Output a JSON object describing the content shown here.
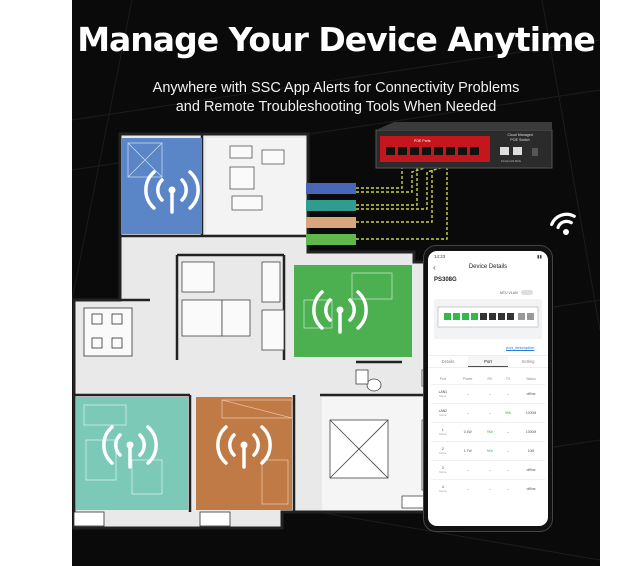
{
  "headline": "Manage Your Device Anytime",
  "subline": [
    "Anywhere with SSC App Alerts for Connectivity Problems",
    "and Remote Troubleshooting Tools When Needed"
  ],
  "switch": {
    "brand_label": "Cloud Managed",
    "product_label": "POE Switch",
    "poe_label": "POE Ports",
    "uplink_label": "1G Up Link Ports",
    "port_count": 8,
    "uplink_count": 2,
    "body_color": "#2b2b2b",
    "port_panel_color": "#c4161c"
  },
  "cables": {
    "colors": [
      "#4a66b8",
      "#2e9d8f",
      "#d9a57a",
      "#5fb84c"
    ]
  },
  "rooms": [
    {
      "name": "blue-room",
      "color": "#5a86c8"
    },
    {
      "name": "green-room",
      "color": "#4caf50"
    },
    {
      "name": "teal-room",
      "color": "#7cc9b8"
    },
    {
      "name": "brown-room",
      "color": "#c07a45"
    }
  ],
  "phone": {
    "status_time": "14:23",
    "screen_title": "Device Details",
    "model": "PS308G",
    "mtu_vlan_label": "MTU VLAN",
    "port_link": "port_description",
    "tabs": [
      "Details",
      "Port",
      "Setting"
    ],
    "active_tab": 1,
    "table": {
      "headers": [
        "Port",
        "Power",
        "RX",
        "TX",
        "Status"
      ],
      "rows": [
        {
          "port": "LAN1",
          "name": "None",
          "power": "--",
          "rx": "--",
          "tx": "--",
          "status": "offline"
        },
        {
          "port": "LAN2",
          "name": "None",
          "power": "--",
          "rx": "--",
          "tx": "9Kb",
          "status": "1000M"
        },
        {
          "port": "1",
          "name": "None",
          "power": "0.4W",
          "rx": "9Kb",
          "tx": "--",
          "status": "1000M"
        },
        {
          "port": "2",
          "name": "None",
          "power": "1.7W",
          "rx": "9Kb",
          "tx": "--",
          "status": "10M"
        },
        {
          "port": "3",
          "name": "None",
          "power": "--",
          "rx": "--",
          "tx": "--",
          "status": "offline"
        },
        {
          "port": "4",
          "name": "None",
          "power": "--",
          "rx": "--",
          "tx": "--",
          "status": "offline"
        }
      ]
    }
  }
}
